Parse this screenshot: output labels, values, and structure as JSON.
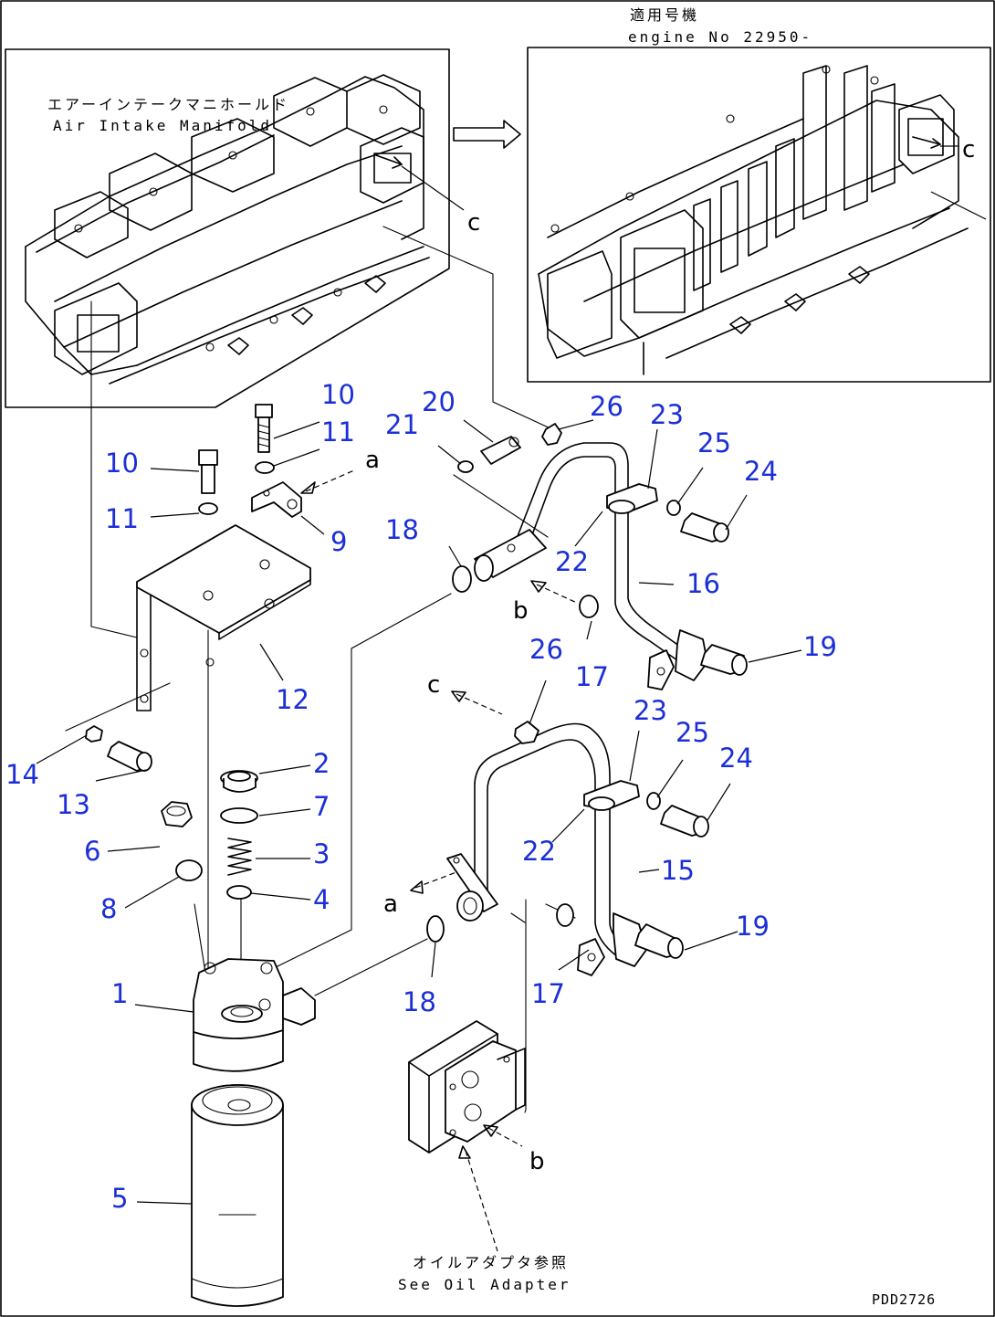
{
  "drawing_code": "PDD2726",
  "serial_note": {
    "jp": "適用号機",
    "en": "engine No 22950-"
  },
  "manifold_label": {
    "jp": "エアーインテークマニホールド",
    "en": "Air Intake Manifold"
  },
  "adapter_label": {
    "jp": "オイルアダプタ参照",
    "en": "See Oil Adapter"
  },
  "reference_letters": {
    "a": "a",
    "b": "b",
    "c": "c"
  },
  "callouts": {
    "p1": "1",
    "p2": "2",
    "p3": "3",
    "p4": "4",
    "p5": "5",
    "p6": "6",
    "p7": "7",
    "p8": "8",
    "p9": "9",
    "p10": "10",
    "p11": "11",
    "p12": "12",
    "p13": "13",
    "p14": "14",
    "p15": "15",
    "p16": "16",
    "p17": "17",
    "p18": "18",
    "p19": "19",
    "p20": "20",
    "p21": "21",
    "p22": "22",
    "p23": "23",
    "p24": "24",
    "p25": "25",
    "p26": "26"
  },
  "colors": {
    "callout": "#1c2fd6",
    "line": "#000000",
    "background": "#ffffff"
  }
}
